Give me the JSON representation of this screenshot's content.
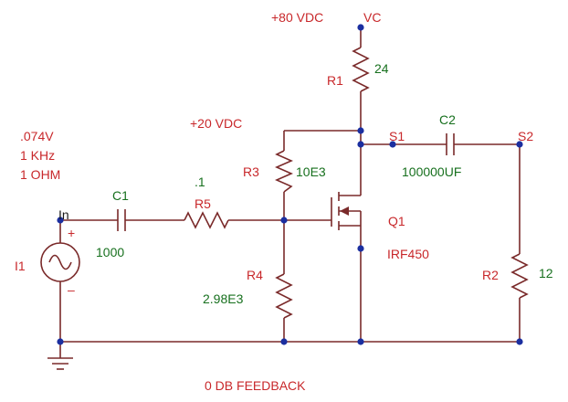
{
  "supplies": {
    "vc_voltage": "+80 VDC",
    "vc_label": "VC",
    "bias_voltage": "+20 VDC"
  },
  "source": {
    "amplitude": ".074V",
    "frequency": "1 KHz",
    "impedance": "1 OHM",
    "name": "I1",
    "input_label": "In",
    "plus": "+",
    "minus": "–"
  },
  "components": {
    "c1": {
      "name": "C1",
      "value": "1000"
    },
    "r5": {
      "name": "R5",
      "value": ".1"
    },
    "r3": {
      "name": "R3",
      "value": "10E3"
    },
    "r4": {
      "name": "R4",
      "value": "2.98E3"
    },
    "r1": {
      "name": "R1",
      "value": "24"
    },
    "c2": {
      "name": "C2",
      "value": "100000UF"
    },
    "r2": {
      "name": "R2",
      "value": "12"
    },
    "q1": {
      "name": "Q1",
      "part": "IRF450"
    }
  },
  "probes": {
    "s1": "S1",
    "s2": "S2"
  },
  "caption": "0 DB FEEDBACK",
  "colors": {
    "wire": "#7a2a2a",
    "node": "#1b2fa0",
    "name_text": "#c8282b",
    "value_text": "#17701e"
  }
}
